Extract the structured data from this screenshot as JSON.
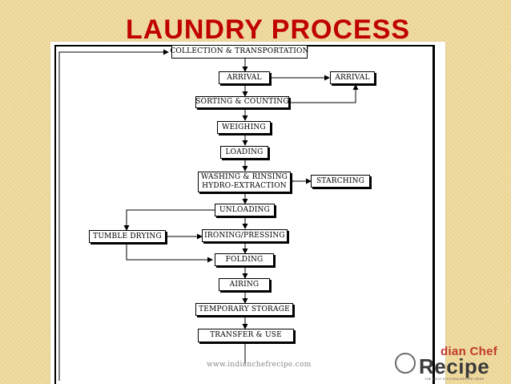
{
  "slide": {
    "title": "LAUNDRY PROCESS",
    "colors": {
      "title": "#c00000",
      "background": "#f2dc9c",
      "logo_accent": "#c0392b"
    }
  },
  "diagram": {
    "nodes": {
      "collection": "COLLECTION & TRANSPORTATION",
      "arrival": "ARRIVAL",
      "arrival_right": "ARRIVAL",
      "sorting": "SORTING & COUNTING",
      "weighing": "WEIGHING",
      "loading": "LOADING",
      "washing_line1": "WASHING & RINSING",
      "washing_line2": "HYDRO-EXTRACTION",
      "starching": "STARCHING",
      "unloading": "UNLOADING",
      "tumble_drying": "TUMBLE DRYING",
      "ironing": "IRONING/PRESSING",
      "folding": "FOLDING",
      "airing": "AIRING",
      "temporary_storage": "TEMPORARY STORAGE",
      "transfer": "TRANSFER & USE"
    },
    "watermark_url": "www.indianchefrecipe.com"
  },
  "logo": {
    "line1": "dian Chef",
    "line2": "Recipe",
    "tagline": "THE BEST KITCHEN RECIPE HERE",
    "icon": "chef-hat-circle-icon"
  }
}
